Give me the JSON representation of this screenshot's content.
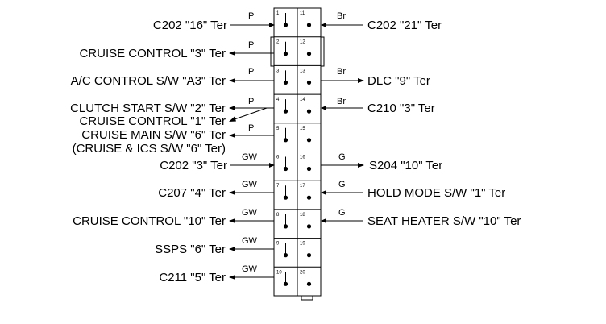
{
  "connector": {
    "pins_left": [
      "1",
      "2",
      "3",
      "4",
      "5",
      "6",
      "7",
      "8",
      "9",
      "10"
    ],
    "pins_right": [
      "11",
      "12",
      "13",
      "14",
      "15",
      "16",
      "17",
      "18",
      "19",
      "20"
    ]
  },
  "left": [
    {
      "text": "C202 \"16\" Ter",
      "wire": "P",
      "dir": "in"
    },
    {
      "text": "CRUISE CONTROL \"3\" Ter",
      "wire": "P",
      "dir": "out"
    },
    {
      "text": "A/C CONTROL S/W \"A3\" Ter",
      "wire": "P",
      "dir": "out"
    },
    {
      "text": "CLUTCH START S/W \"2\" Ter",
      "wire": "P",
      "dir": "out"
    },
    {
      "text": "CRUISE CONTROL \"1\" Ter",
      "wire": "",
      "dir": "out"
    },
    {
      "text": "CRUISE MAIN S/W \"6\" Ter",
      "wire": "P",
      "dir": "out"
    },
    {
      "text": "(CRUISE & ICS S/W \"6\" Ter)",
      "wire": "",
      "dir": "none"
    },
    {
      "text": "C202 \"3\" Ter",
      "wire": "GW",
      "dir": "in"
    },
    {
      "text": "C207 \"4\" Ter",
      "wire": "GW",
      "dir": "out"
    },
    {
      "text": "CRUISE CONTROL \"10\" Ter",
      "wire": "GW",
      "dir": "out"
    },
    {
      "text": "SSPS \"6\" Ter",
      "wire": "GW",
      "dir": "out"
    },
    {
      "text": "C211 \"5\" Ter",
      "wire": "GW",
      "dir": "out"
    }
  ],
  "right": [
    {
      "text": "C202 \"21\" Ter",
      "wire": "Br",
      "dir": "in"
    },
    {
      "text": "DLC \"9\" Ter",
      "wire": "Br",
      "dir": "out"
    },
    {
      "text": "C210 \"3\" Ter",
      "wire": "Br",
      "dir": "in"
    },
    {
      "text": "S204 \"10\" Ter",
      "wire": "G",
      "dir": "out"
    },
    {
      "text": "HOLD MODE S/W \"1\" Ter",
      "wire": "G",
      "dir": "in"
    },
    {
      "text": "SEAT HEATER S/W \"10\" Ter",
      "wire": "G",
      "dir": "in"
    }
  ]
}
